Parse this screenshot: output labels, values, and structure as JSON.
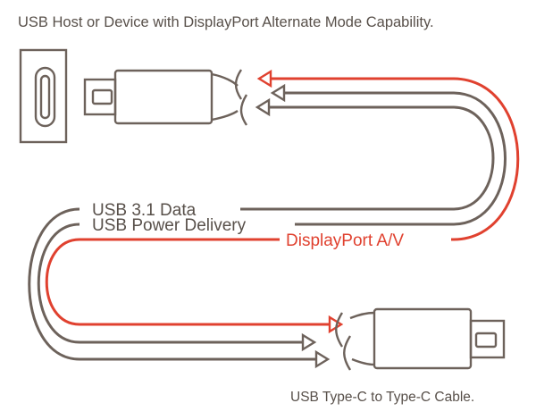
{
  "header": {
    "text": "USB Host or Device with DisplayPort Alternate Mode Capability."
  },
  "labels": {
    "usb_data": "USB 3.1 Data",
    "usb_power": "USB Power Delivery",
    "displayport": "DisplayPort A/V"
  },
  "footer": {
    "text": "USB Type-C to Type-C Cable."
  },
  "colors": {
    "line": "#6d625b",
    "accent": "#e0412f",
    "text": "#58504a",
    "background": "#ffffff"
  }
}
